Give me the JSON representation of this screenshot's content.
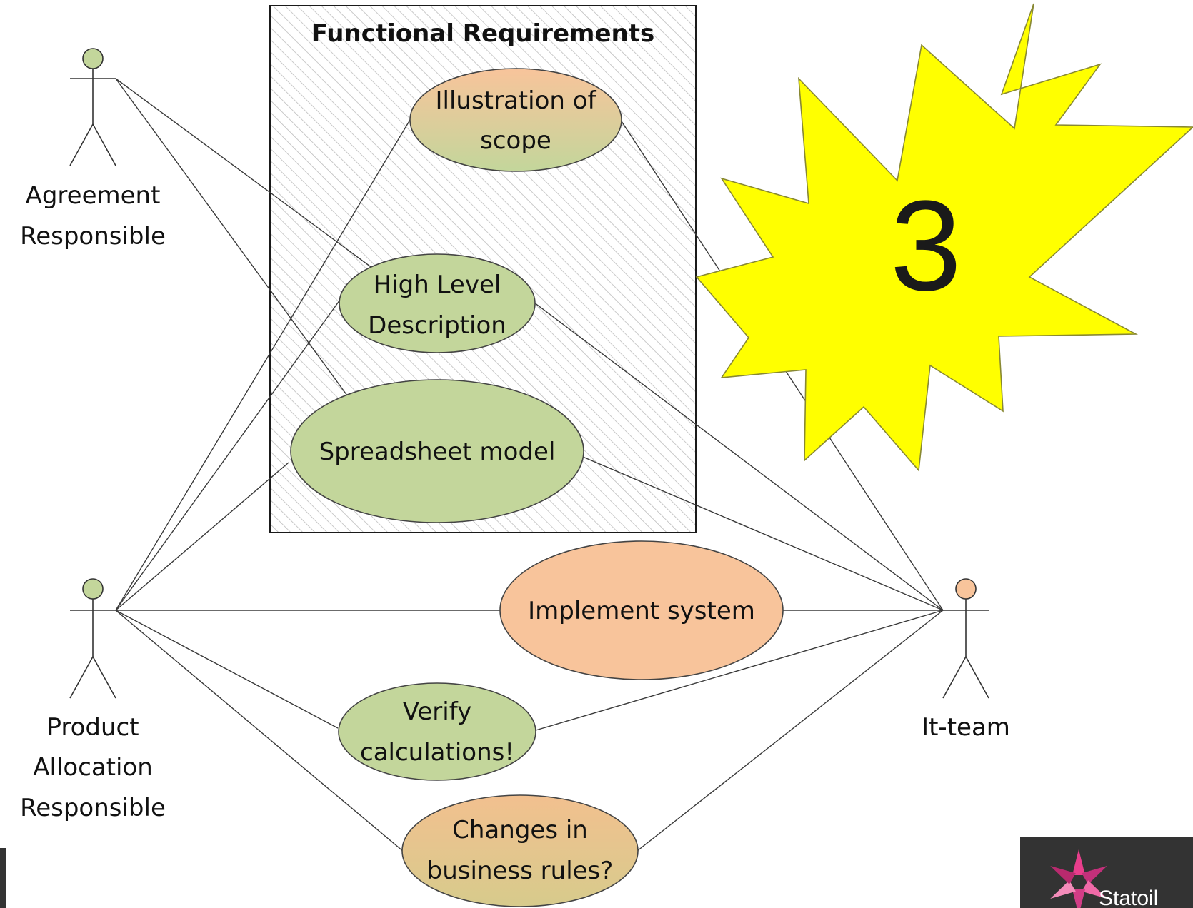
{
  "diagram": {
    "system_boundary": {
      "title": "Functional Requirements"
    },
    "actors": {
      "agreement": {
        "line1": "Agreement",
        "line2": "Responsible"
      },
      "product_allocation": {
        "line1": "Product",
        "line2": "Allocation",
        "line3": "Responsible"
      },
      "it_team": {
        "line1": "It-team"
      }
    },
    "use_cases": {
      "illustration": {
        "line1": "Illustration of",
        "line2": "scope"
      },
      "high_level": {
        "line1": "High Level",
        "line2": "Description"
      },
      "spreadsheet": {
        "line1": "Spreadsheet model"
      },
      "implement": {
        "line1": "Implement system"
      },
      "verify": {
        "line1": "Verify",
        "line2": "calculations!"
      },
      "changes": {
        "line1": "Changes in",
        "line2": "business rules?"
      }
    },
    "burst": {
      "number": "3"
    },
    "logo": {
      "text": "Statoil"
    },
    "colors": {
      "green_actor": "#c3d69b",
      "orange_actor": "#f8c49b",
      "use_case_green": "#c3d69b",
      "use_case_orange": "#f8c49b",
      "burst": "#ffff00",
      "logo_bg": "#333333",
      "logo_mark": "#e83e8c"
    }
  }
}
